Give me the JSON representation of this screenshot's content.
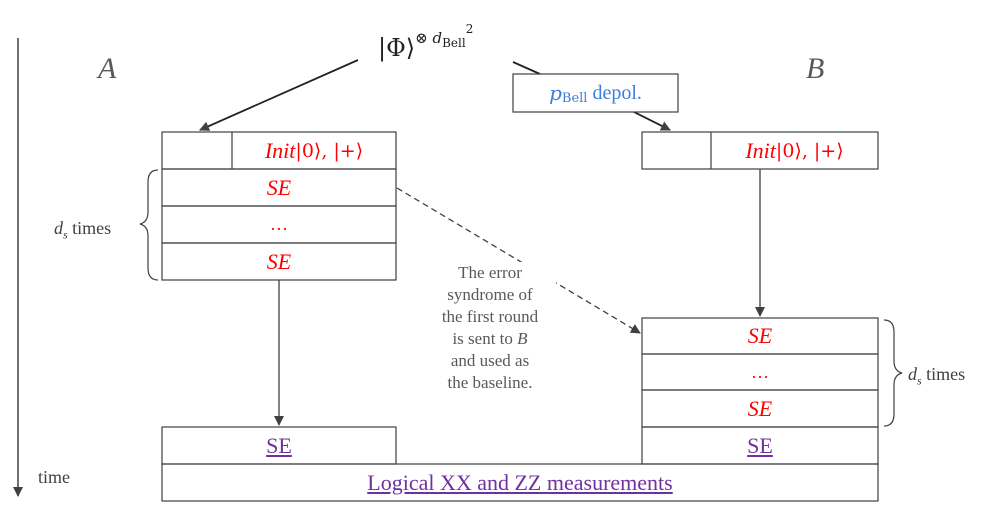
{
  "parties": {
    "a": "A",
    "b": "B"
  },
  "bell_state": {
    "ket": "|Φ⟩",
    "tensor": "⊗",
    "d": "d",
    "d_sub": "Bell",
    "power": "2"
  },
  "depol": {
    "p": "p",
    "p_sub": "Bell",
    "text": "depol."
  },
  "init": {
    "word": "Init",
    "states": " |0⟩, |+⟩"
  },
  "se_label": "SE",
  "ellipsis": "…",
  "ds_times": {
    "d": "d",
    "sub": "s",
    "text": " times"
  },
  "note_lines": [
    "The error",
    "syndrome of",
    "the first round",
    "is sent to",
    "and used as",
    "the baseline."
  ],
  "note_b": "B",
  "final_se": "SE",
  "final_measure": "Logical XX and ZZ measurements",
  "time_label": "time",
  "colors": {
    "red": "#ff0000",
    "purple": "#7030a0",
    "blue": "#3b7ddd",
    "line": "#404040"
  }
}
